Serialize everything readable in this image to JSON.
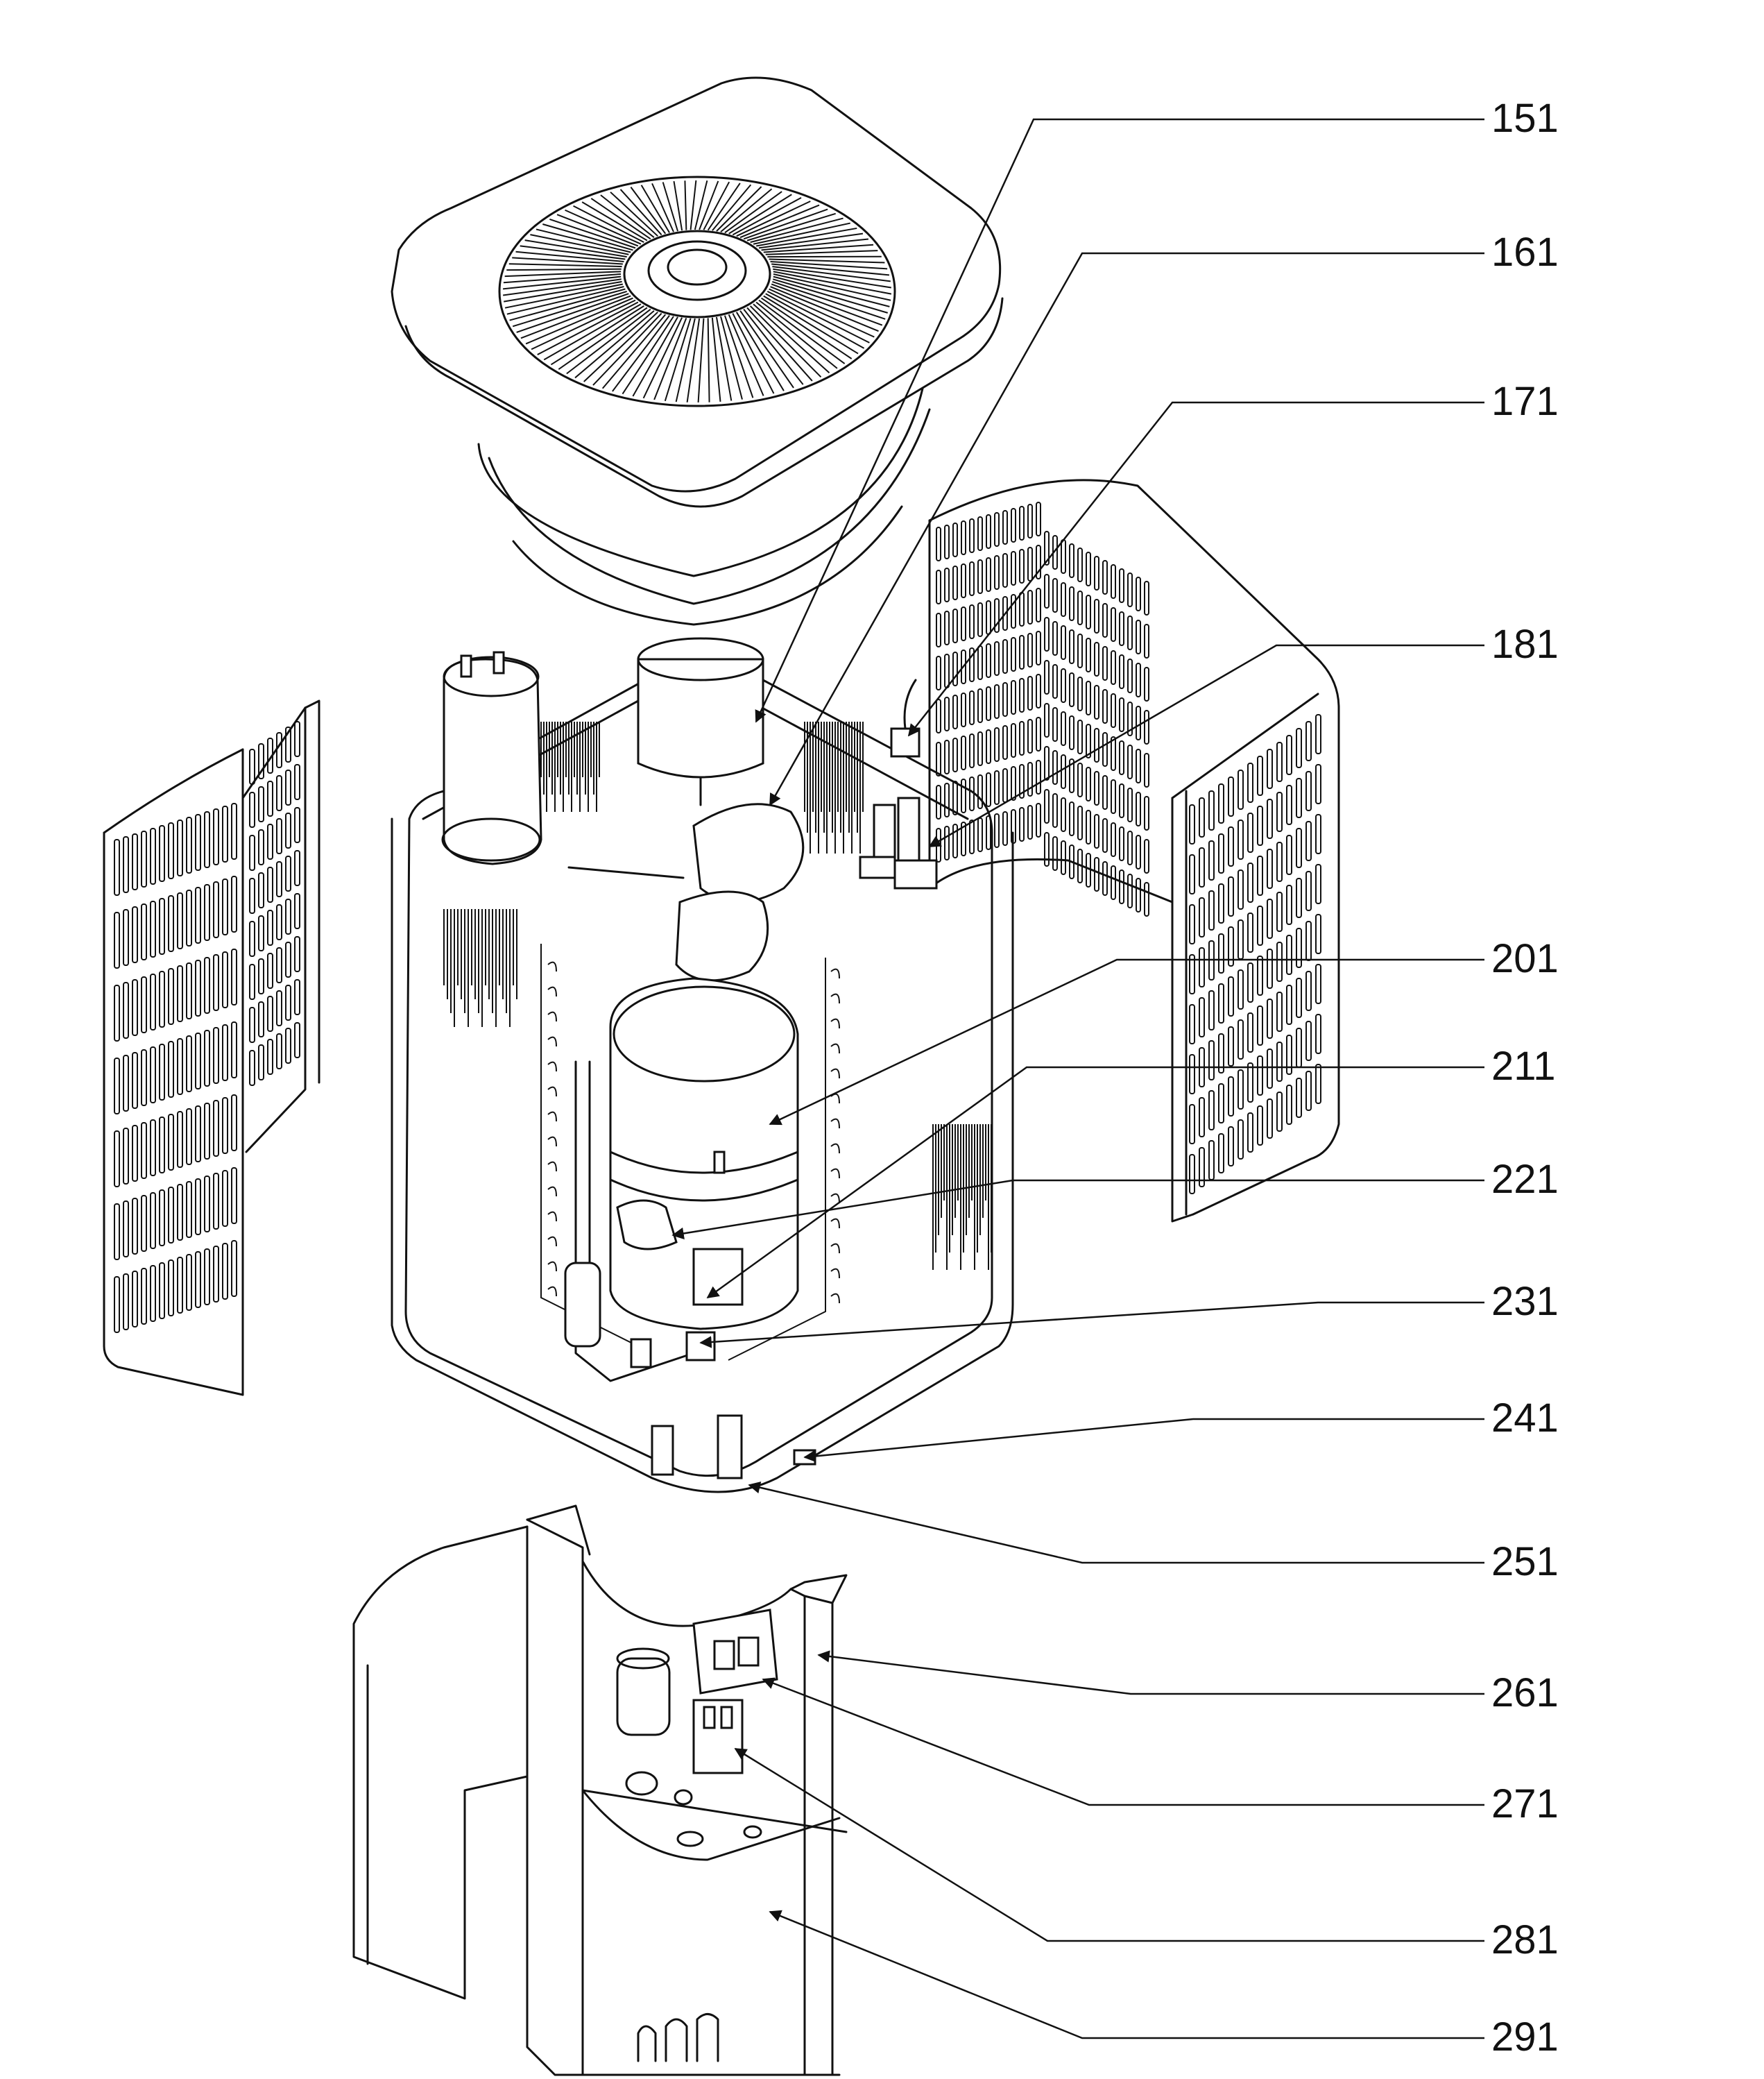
{
  "callouts": [
    {
      "label": "151"
    },
    {
      "label": "161"
    },
    {
      "label": "171"
    },
    {
      "label": "181"
    },
    {
      "label": "201"
    },
    {
      "label": "211"
    },
    {
      "label": "221"
    },
    {
      "label": "231"
    },
    {
      "label": "241"
    },
    {
      "label": "251"
    },
    {
      "label": "261"
    },
    {
      "label": "271"
    },
    {
      "label": "281"
    },
    {
      "label": "291"
    }
  ]
}
